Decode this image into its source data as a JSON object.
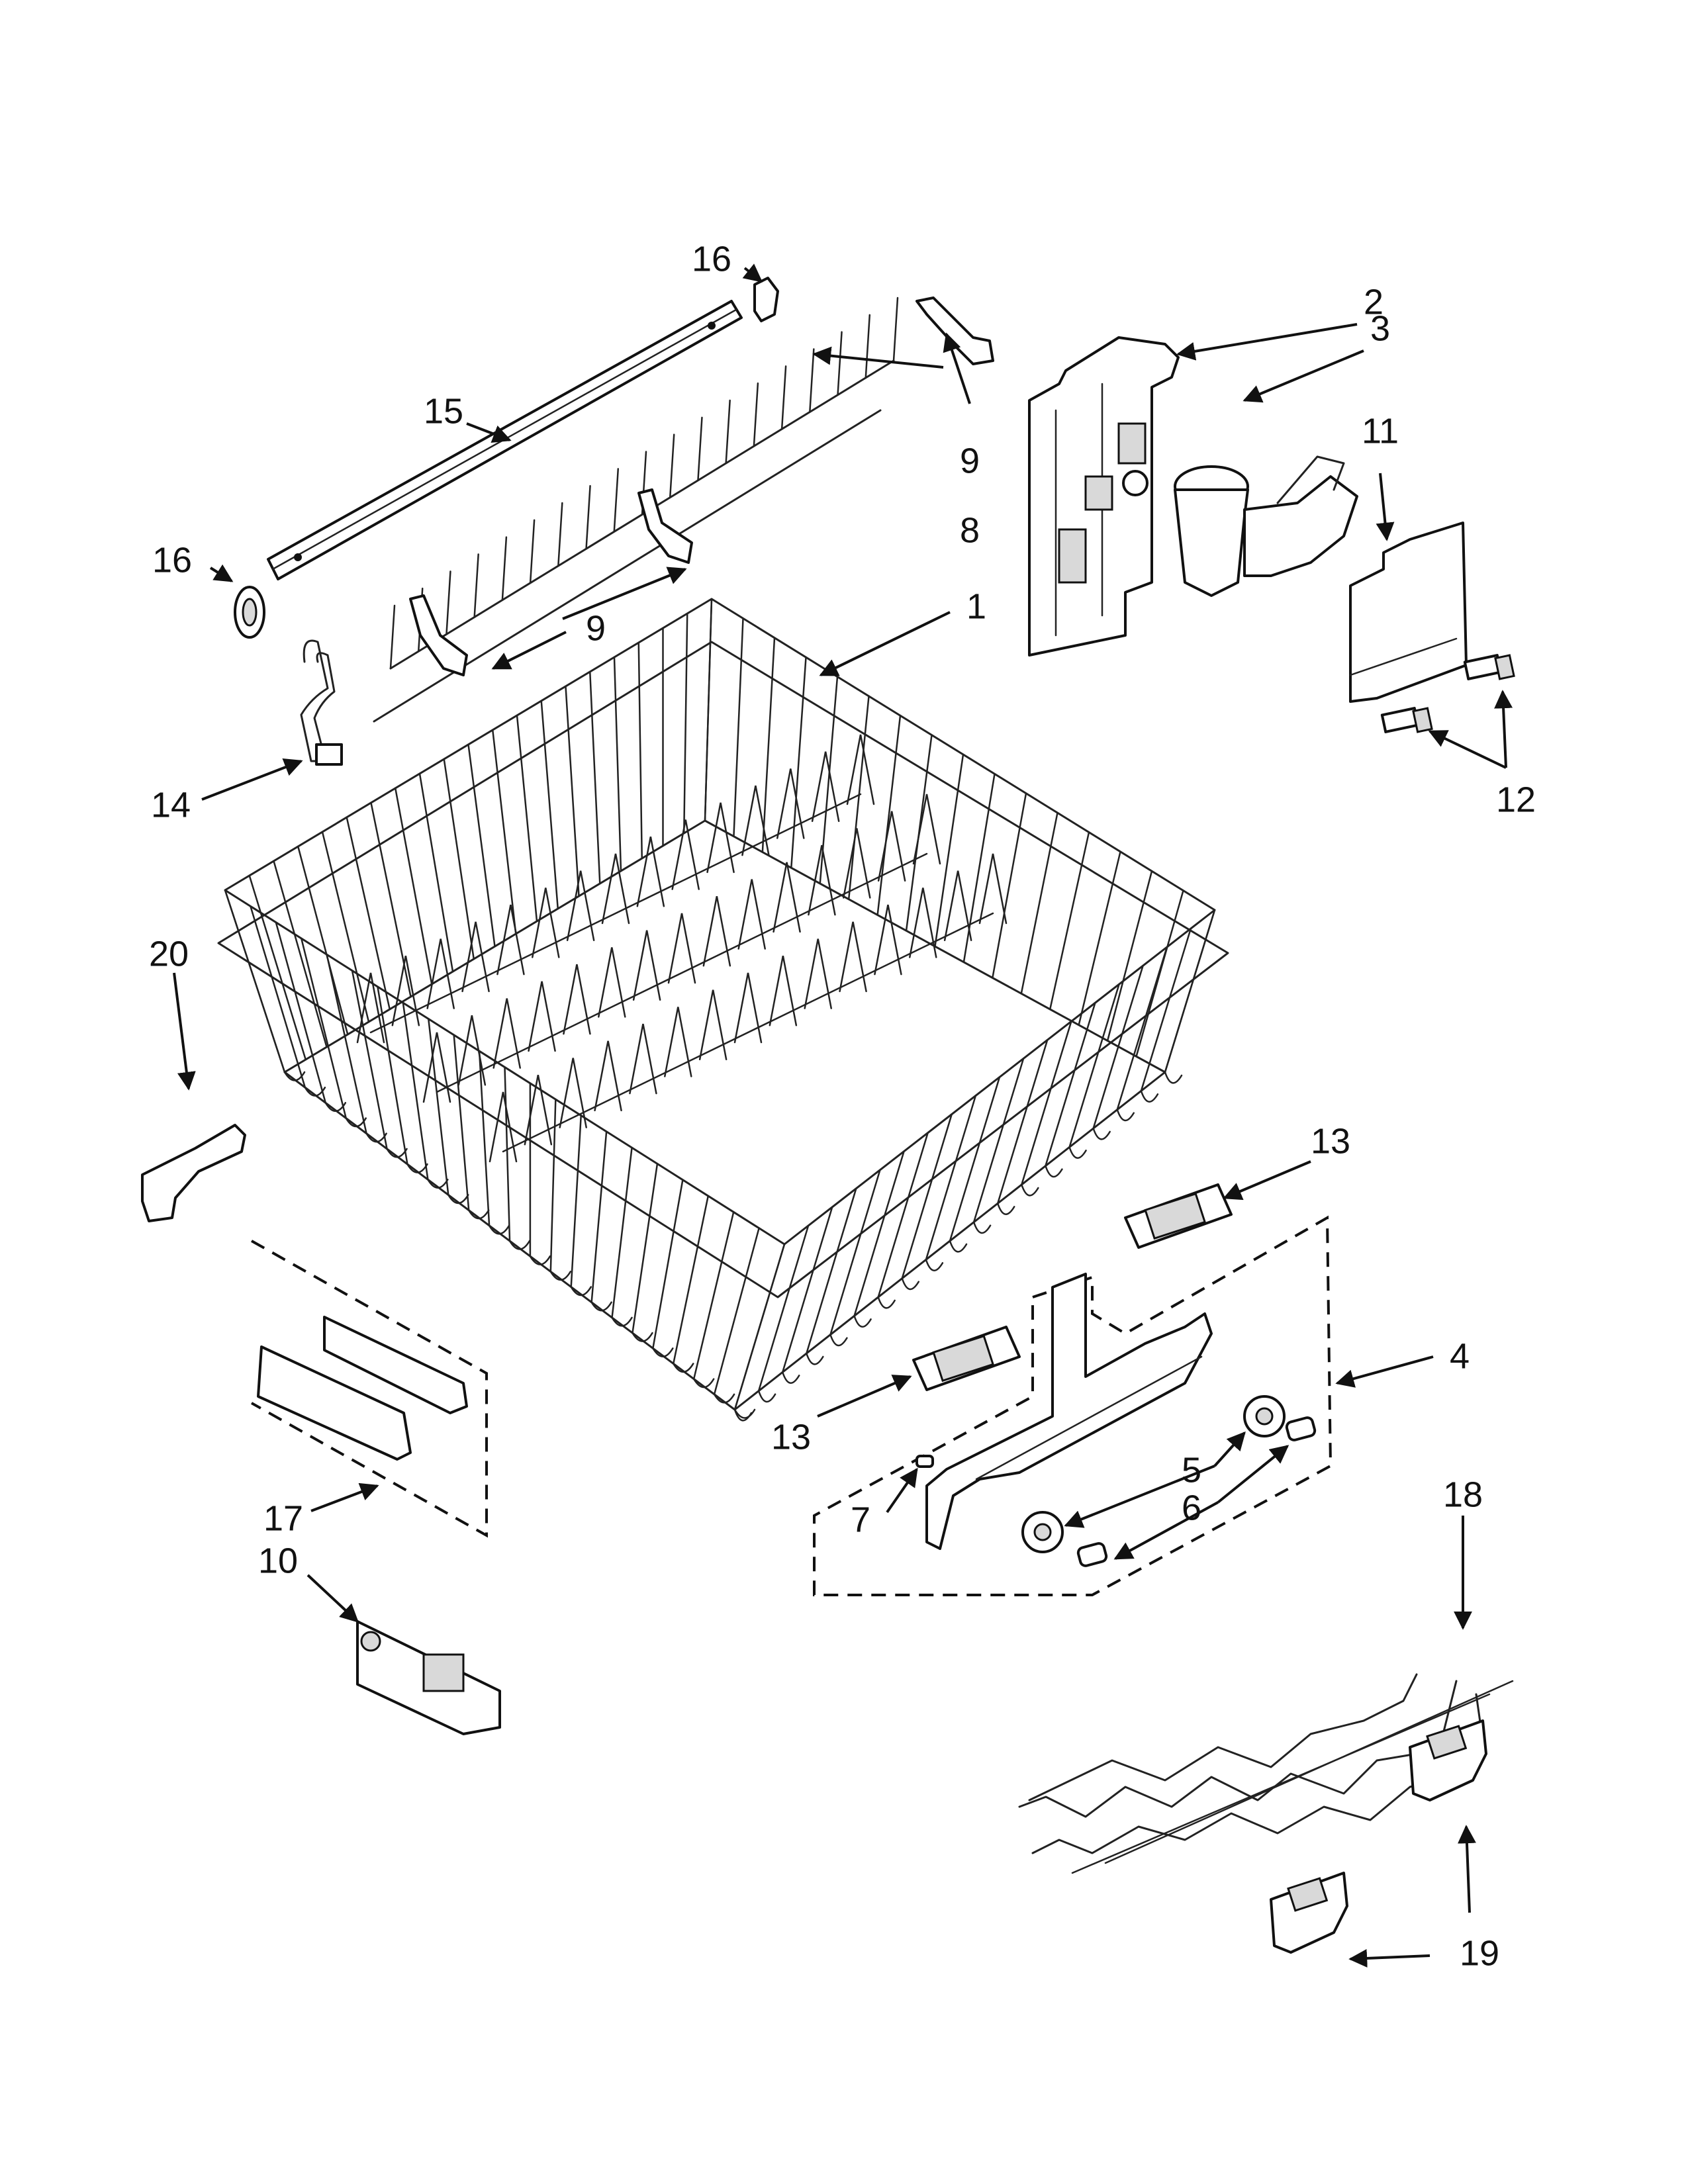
{
  "callouts": {
    "c1": "1",
    "c2": "2",
    "c3": "3",
    "c4": "4",
    "c5": "5",
    "c6": "6",
    "c7": "7",
    "c8": "8",
    "c9a": "9",
    "c9b": "9",
    "c10": "10",
    "c11": "11",
    "c12": "12",
    "c13a": "13",
    "c13b": "13",
    "c14": "14",
    "c15": "15",
    "c16a": "16",
    "c16b": "16",
    "c17": "17",
    "c18": "18",
    "c19": "19",
    "c20": "20"
  },
  "colors": {
    "line": "#111111",
    "background": "#ffffff",
    "shade": "#d9d9d9"
  }
}
